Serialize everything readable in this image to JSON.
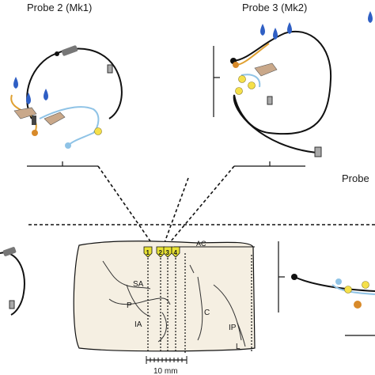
{
  "probes": {
    "probe2": {
      "title": "Probe 2 (Mk1)"
    },
    "probe3": {
      "title": "Probe 3 (Mk2)"
    },
    "probe4": {
      "title": "Probe"
    }
  },
  "brain": {
    "top_label": "AC",
    "regions": [
      "SA",
      "P",
      "IA",
      "C",
      "IP",
      "L"
    ],
    "electrodes": [
      "1",
      "2",
      "3",
      "4"
    ]
  },
  "scale_bar": {
    "label": "10 mm"
  },
  "colors": {
    "brain_fill": "#f5efe2",
    "electrode_fill": "#e8e233",
    "cable": "#111111",
    "light_blue_wire": "#8fc3e6",
    "orange_wire": "#e0a030",
    "drop_blue": "#2f5fc4",
    "bulb_yellow": "#f5e04a",
    "hand": "#c9a88a"
  }
}
